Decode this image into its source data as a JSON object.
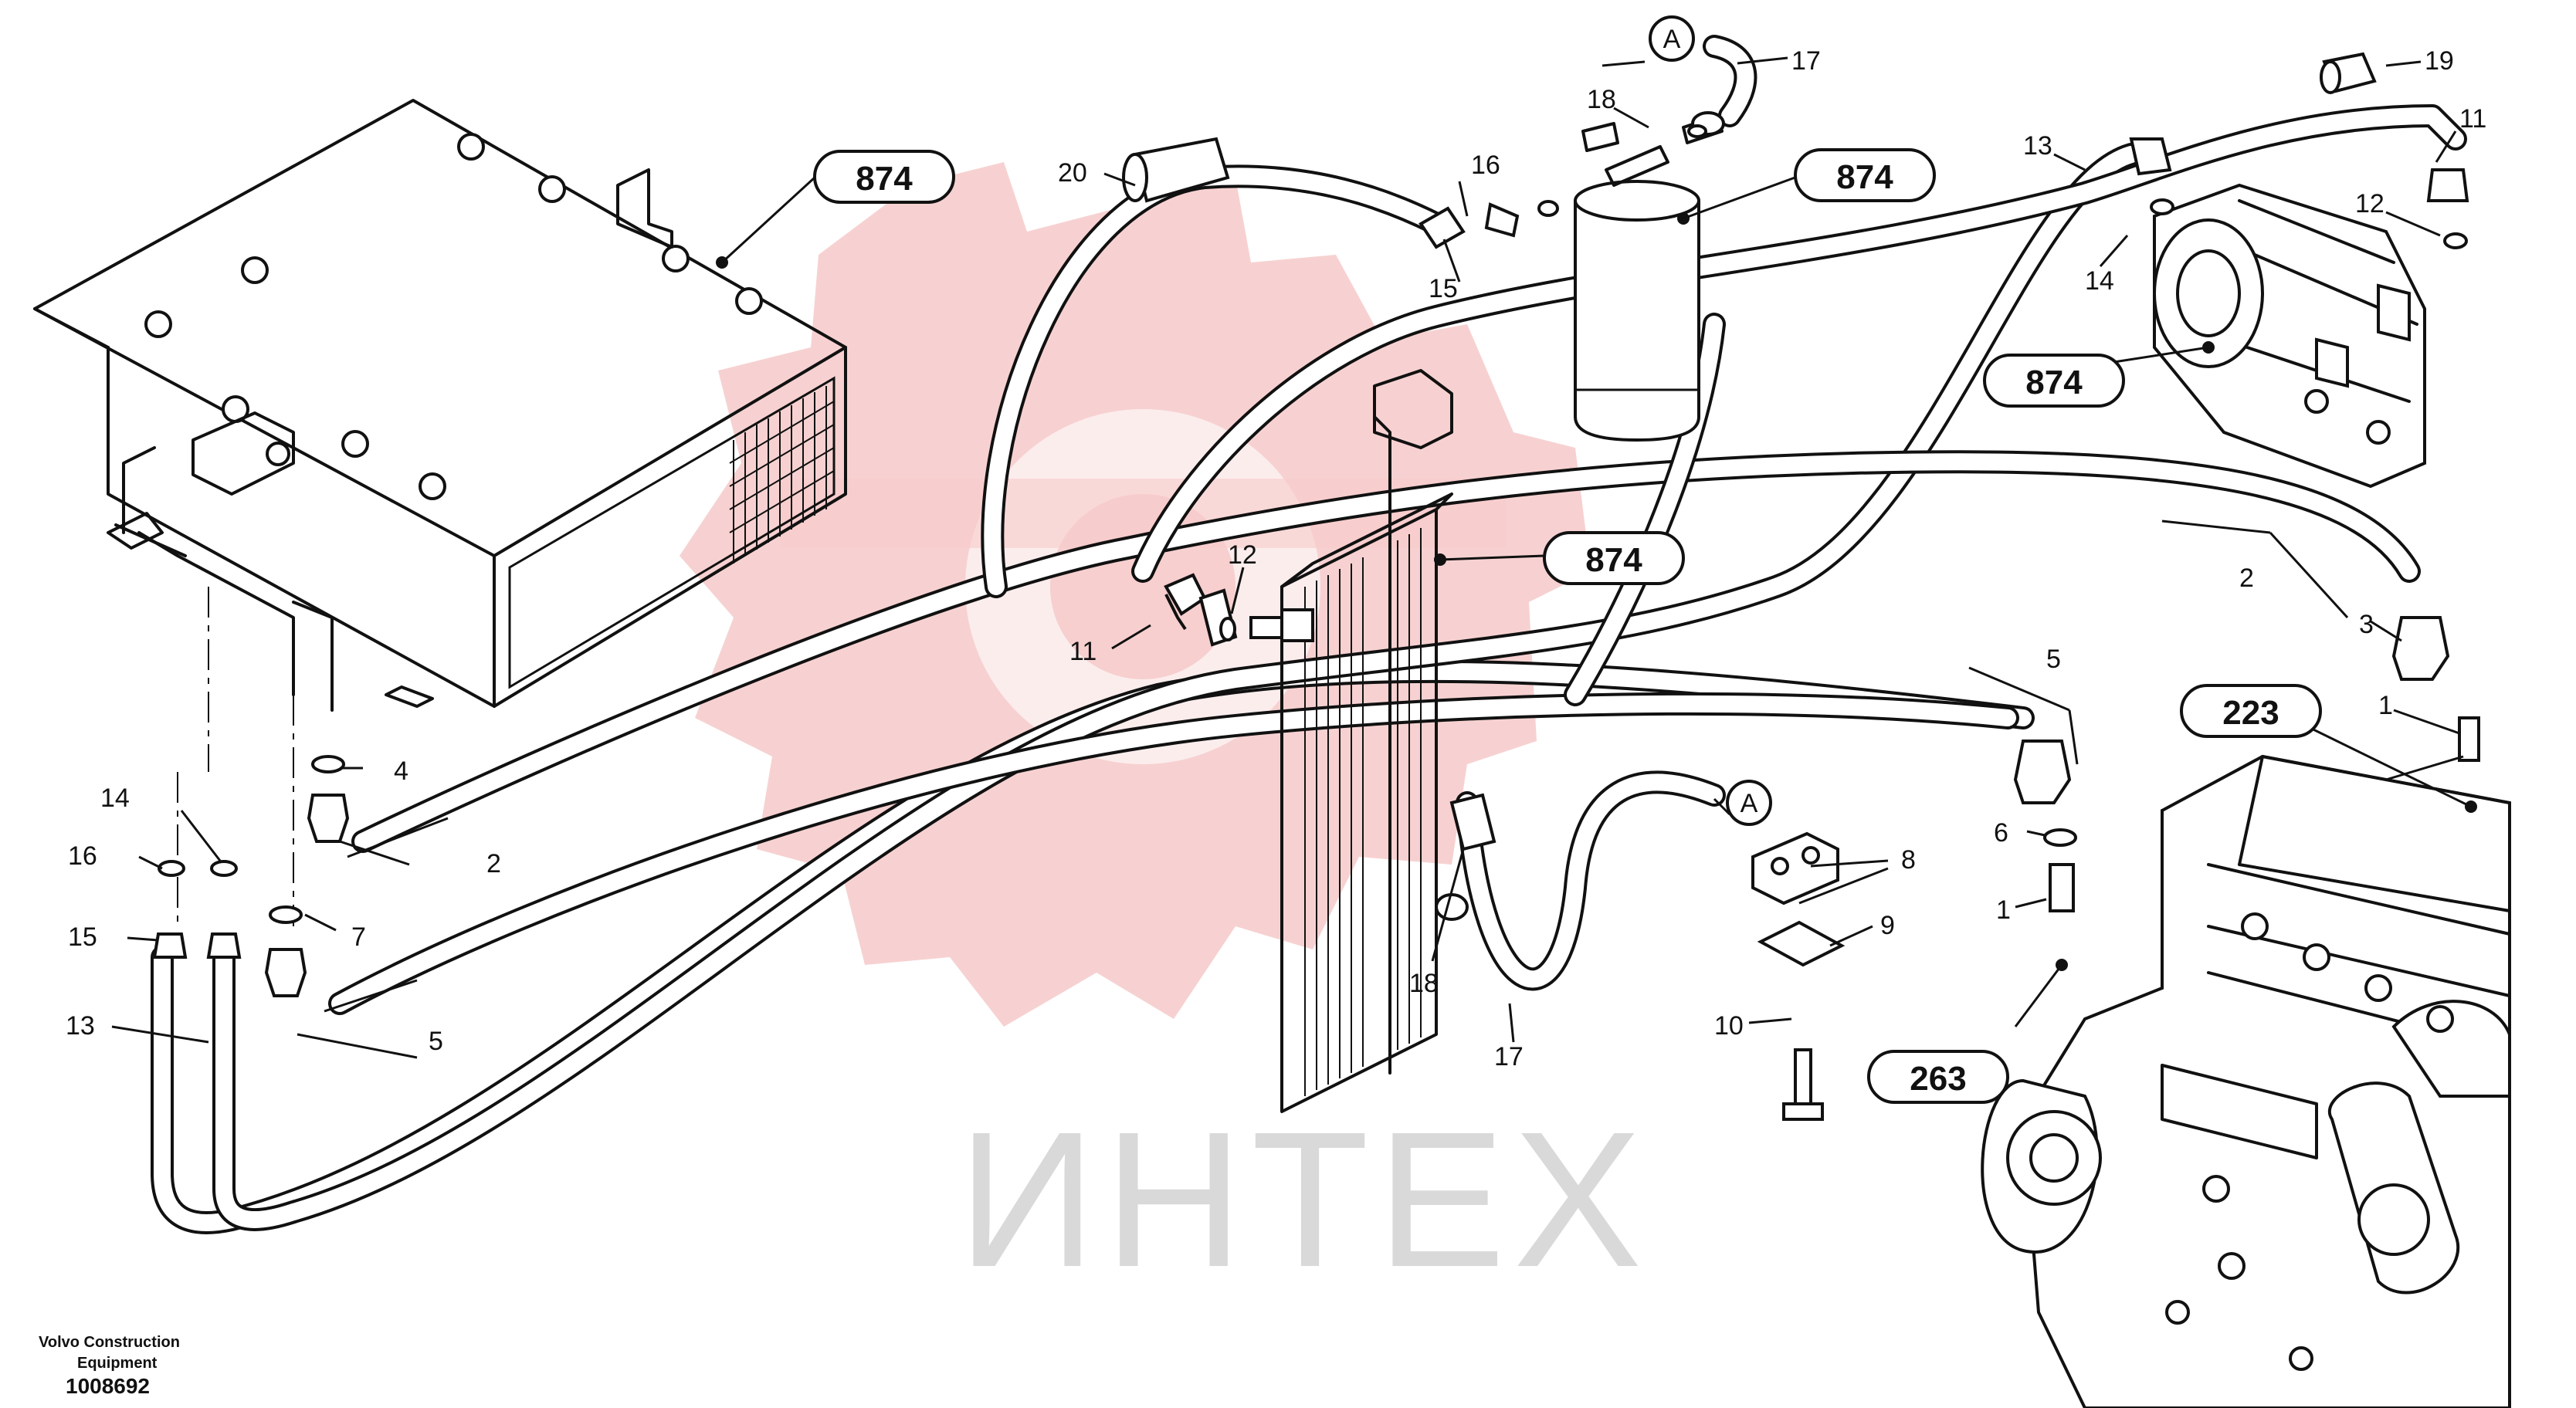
{
  "watermark": {
    "text": "ИНТЕХ",
    "color": "#f6c9c9"
  },
  "references": [
    "874",
    "874",
    "874",
    "874",
    "223",
    "263"
  ],
  "callouts": [
    "1",
    "1",
    "2",
    "2",
    "3",
    "4",
    "5",
    "5",
    "6",
    "7",
    "8",
    "9",
    "10",
    "11",
    "11",
    "12",
    "12",
    "13",
    "13",
    "14",
    "14",
    "15",
    "15",
    "16",
    "16",
    "17",
    "17",
    "18",
    "18",
    "19",
    "20",
    "A",
    "A"
  ],
  "footer": {
    "company_line1": "Volvo Construction",
    "company_line2": "Equipment",
    "drawing_number": "1008692"
  }
}
